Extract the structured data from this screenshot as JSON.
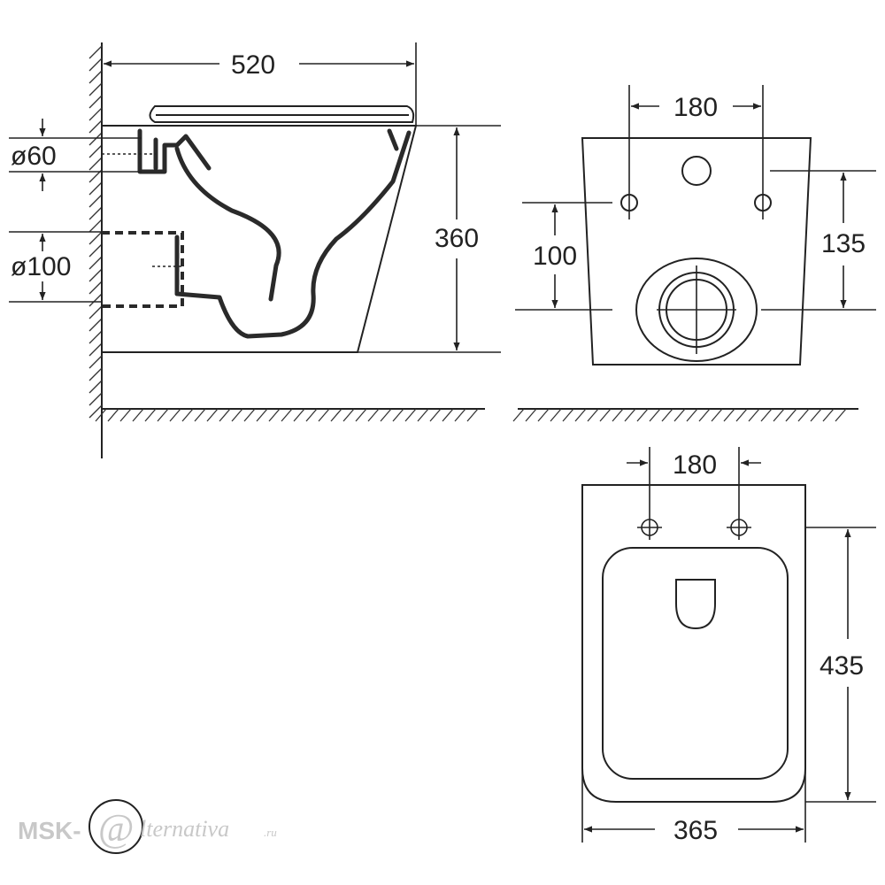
{
  "dimensions": {
    "side_depth": "520",
    "side_height": "360",
    "pipe_small": "ø60",
    "pipe_large": "ø100",
    "back_bolt_spacing": "180",
    "back_outlet_height": "100",
    "back_inlet_height": "135",
    "top_bolt_spacing": "180",
    "top_length": "435",
    "top_width": "365"
  },
  "watermark": {
    "brand_left": "MSK-",
    "brand_at": "@",
    "brand_right": "lternativa",
    "brand_tld": ".ru"
  },
  "colors": {
    "line": "#222222",
    "watermark": "#c8c8c8"
  }
}
